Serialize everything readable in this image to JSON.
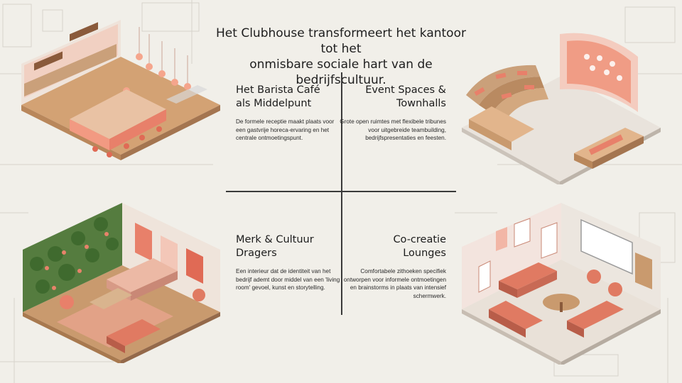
{
  "headline": {
    "line1": "Het Clubhouse transformeert het kantoor tot het",
    "line2": "onmisbare sociale hart van de bedrijfscultuur."
  },
  "quadrants": [
    {
      "title_line1": "Het Barista Café",
      "title_line2": "als Middelpunt",
      "body": "De formele receptie maakt plaats voor een gastvrije horeca-ervaring en het centrale ontmoetingspunt.",
      "illustration": "barista-cafe-illustration"
    },
    {
      "title_line1": "Event Spaces &",
      "title_line2": "Townhalls",
      "body": "Grote open ruimtes met flexibele tribunes voor uitgebreide teambuilding, bedrijfspresentaties en feesten.",
      "illustration": "event-space-illustration"
    },
    {
      "title_line1": "Merk & Cultuur",
      "title_line2": "Dragers",
      "body": "Een interieur dat de identiteit van het bedrijf ademt door middel van een 'living room' gevoel, kunst en storytelling.",
      "illustration": "living-room-illustration"
    },
    {
      "title_line1": "Co-creatie",
      "title_line2": "Lounges",
      "body": "Comfortabele zithoeken specifiek ontworpen voor informele ontmoetingen en brainstorms in plaats van intensief schermwerk.",
      "illustration": "lounge-illustration"
    }
  ],
  "colors": {
    "background": "#f1efe9",
    "accent": "#e8806a",
    "wood": "#c99a6e",
    "wall": "#efe8e0",
    "plant": "#4f7a3a"
  }
}
